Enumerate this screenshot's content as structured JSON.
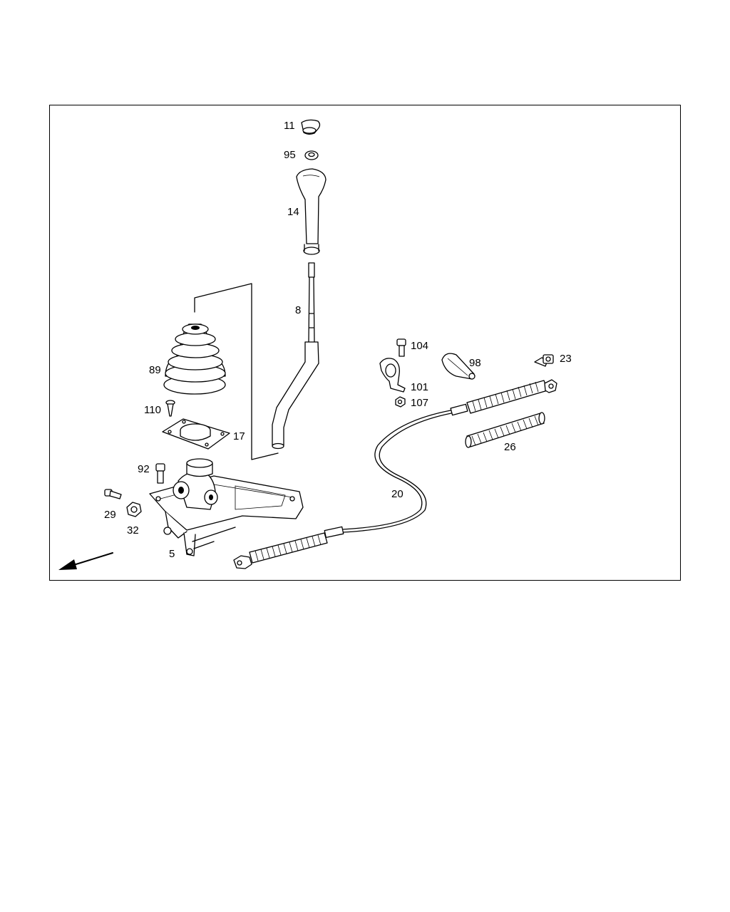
{
  "diagram": {
    "callouts": [
      {
        "id": "11",
        "text": "11"
      },
      {
        "id": "95",
        "text": "95"
      },
      {
        "id": "14",
        "text": "14"
      },
      {
        "id": "8",
        "text": "8"
      },
      {
        "id": "89",
        "text": "89"
      },
      {
        "id": "110",
        "text": "110"
      },
      {
        "id": "17",
        "text": "17"
      },
      {
        "id": "92",
        "text": "92"
      },
      {
        "id": "29",
        "text": "29"
      },
      {
        "id": "32",
        "text": "32"
      },
      {
        "id": "5",
        "text": "5"
      },
      {
        "id": "104",
        "text": "104"
      },
      {
        "id": "101",
        "text": "101"
      },
      {
        "id": "107",
        "text": "107"
      },
      {
        "id": "98",
        "text": "98"
      },
      {
        "id": "23",
        "text": "23"
      },
      {
        "id": "26",
        "text": "26"
      },
      {
        "id": "20",
        "text": "20"
      }
    ],
    "colors": {
      "line": "#000000",
      "background": "#ffffff"
    }
  }
}
